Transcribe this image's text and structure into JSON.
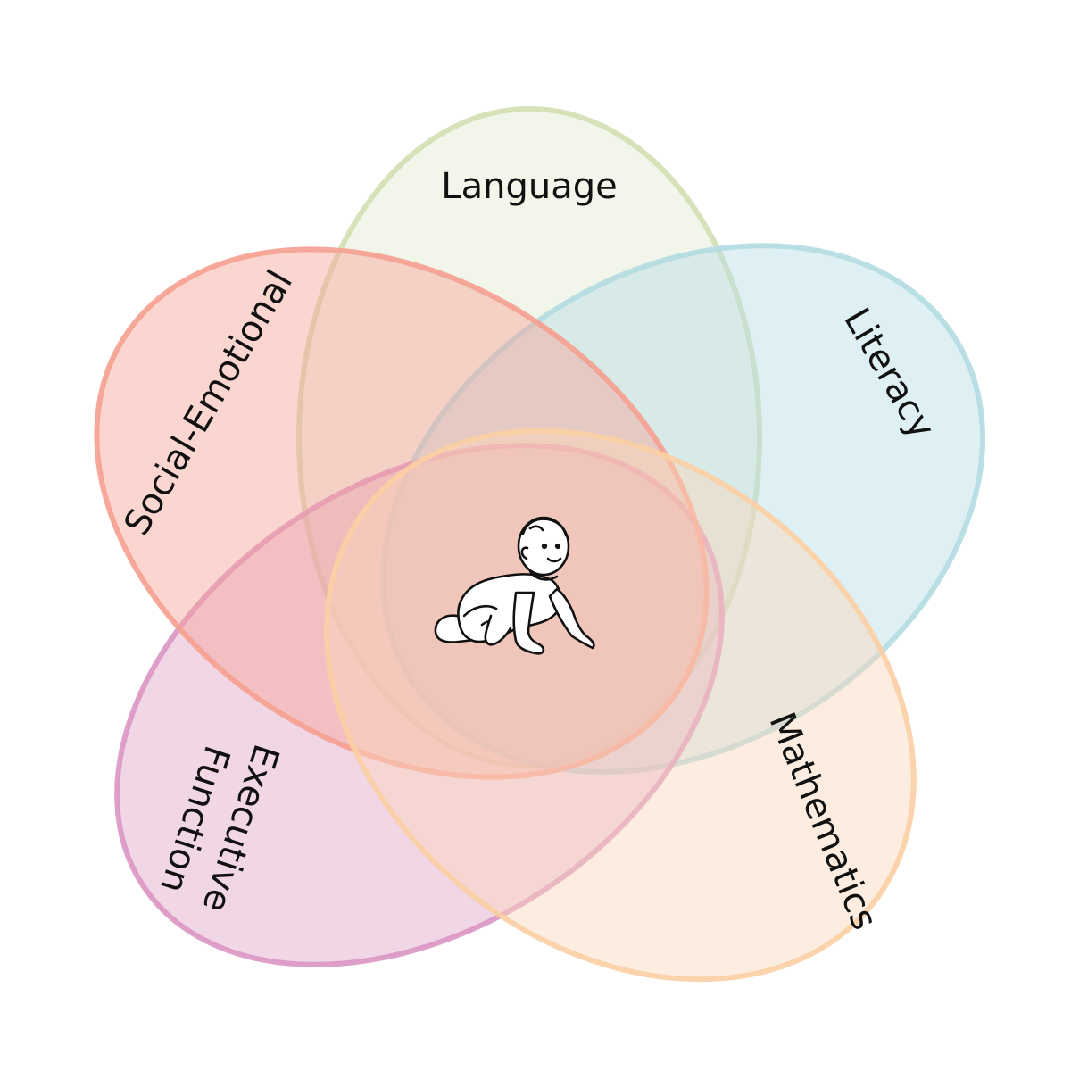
{
  "diagram": {
    "center_icon": "crawling-baby-icon",
    "domains": [
      {
        "key": "language",
        "label": "Language",
        "fill": "#e3e9cf",
        "stroke": "#d3dfb3"
      },
      {
        "key": "literacy",
        "label": "Literacy",
        "fill": "#b9dde6",
        "stroke": "#b3dbe1"
      },
      {
        "key": "mathematics",
        "label": "Mathematics",
        "fill": "#fbd6bb",
        "stroke": "#fbcfa4"
      },
      {
        "key": "executive_function",
        "label_line1": "Executive",
        "label_line2": "Function",
        "fill": "#dfa3c6",
        "stroke": "#da96c3"
      },
      {
        "key": "social_emotional",
        "label": "Social-Emotional",
        "fill": "#f6a39a",
        "stroke": "#f5a090"
      }
    ]
  }
}
